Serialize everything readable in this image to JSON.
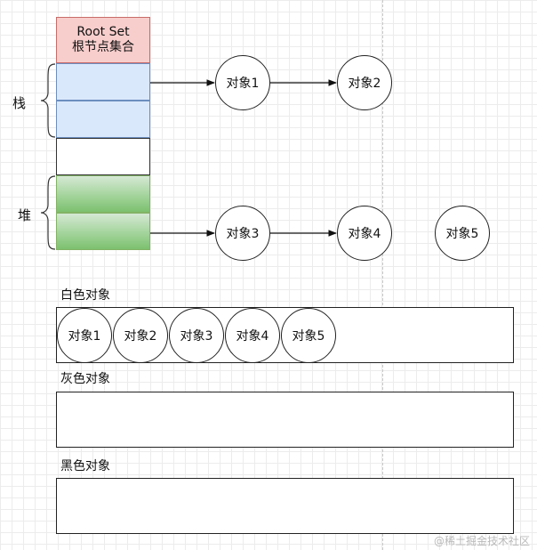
{
  "root_set": {
    "line1": "Root Set",
    "line2": "根节点集合"
  },
  "labels": {
    "stack": "栈",
    "heap": "堆"
  },
  "objects": [
    "对象1",
    "对象2",
    "对象3",
    "对象4",
    "对象5"
  ],
  "groups": [
    {
      "title": "白色对象",
      "items": [
        "对象1",
        "对象2",
        "对象3",
        "对象4",
        "对象5"
      ]
    },
    {
      "title": "灰色对象",
      "items": []
    },
    {
      "title": "黑色对象",
      "items": []
    }
  ],
  "watermark": "@稀土掘金技术社区",
  "colors": {
    "root_fill": "#f8cecc",
    "stack_fill": "#dae8fc",
    "heap_fill": "#a3d49b"
  }
}
